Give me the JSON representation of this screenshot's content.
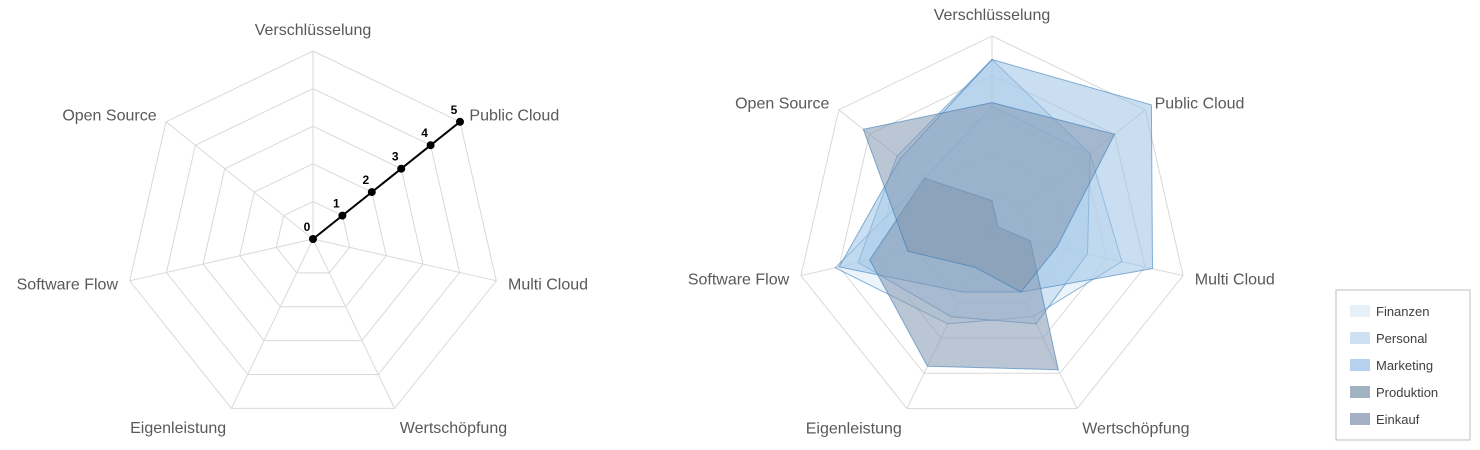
{
  "chart_data": [
    {
      "type": "radar",
      "axes": [
        "Verschlüsselung",
        "Public Cloud",
        "Multi Cloud",
        "Wertschöpfung",
        "Eigenleistung",
        "Software Flow",
        "Open Source"
      ],
      "range": [
        0,
        5
      ],
      "rings": 5,
      "grid": true,
      "scale_axis": "Public Cloud",
      "scale_labels": [
        "0",
        "1",
        "2",
        "3",
        "4",
        "5"
      ],
      "line_color": "#000000",
      "grid_color": "#d9d9d9"
    },
    {
      "type": "radar",
      "axes": [
        "Verschlüsselung",
        "Public Cloud",
        "Multi Cloud",
        "Wertschöpfung",
        "Eigenleistung",
        "Software Flow",
        "Open Source"
      ],
      "range": [
        0,
        5
      ],
      "rings": 5,
      "grid": true,
      "legend": "right",
      "series": [
        {
          "name": "Finanzen",
          "values": [
            3.2,
            3.2,
            3.4,
            2.4,
            2.6,
            4.1,
            2.2
          ],
          "color": "#ddebf7"
        },
        {
          "name": "Personal",
          "values": [
            4.4,
            3.2,
            2.5,
            2.6,
            2.4,
            3.5,
            3.1
          ],
          "color": "#bdd7ee"
        },
        {
          "name": "Marketing",
          "values": [
            4.4,
            5.2,
            4.2,
            1.7,
            1.7,
            4.0,
            3.0
          ],
          "color": "#9dc3e6"
        },
        {
          "name": "Produktion",
          "values": [
            0.8,
            0.2,
            1.0,
            3.9,
            3.8,
            3.2,
            2.2
          ],
          "color": "#8497b0"
        },
        {
          "name": "Einkauf",
          "values": [
            3.3,
            4.0,
            1.7,
            1.7,
            1.0,
            2.2,
            4.2
          ],
          "color": "#8497b0"
        }
      ]
    }
  ]
}
